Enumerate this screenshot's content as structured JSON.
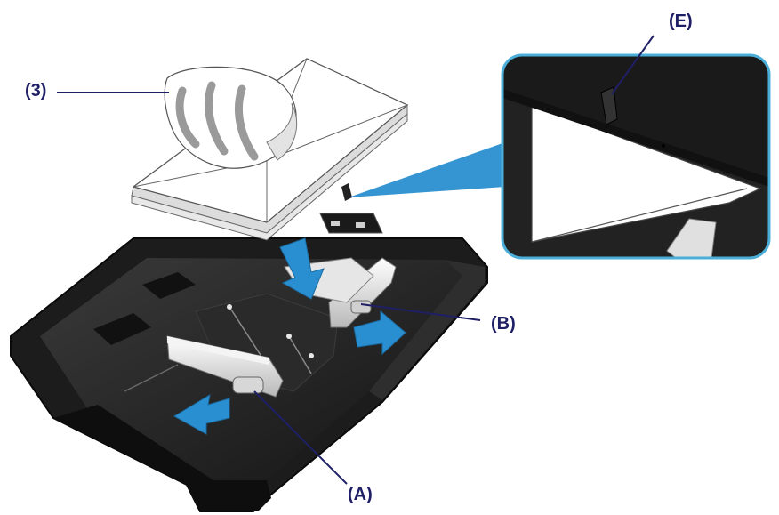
{
  "labels": {
    "paper_stack": "(3)",
    "guide_left": "(A)",
    "guide_right": "(B)",
    "tab_detail": "(E)"
  },
  "colors": {
    "callout_text": "#1f1f66",
    "arrow_blue": "#2a8fd0",
    "magnifier_border": "#4aaed9",
    "tray_dark": "#2b2b2b",
    "tray_black": "#121212",
    "paper_white": "#ffffff",
    "stripe_gray": "#9a9a9a"
  }
}
